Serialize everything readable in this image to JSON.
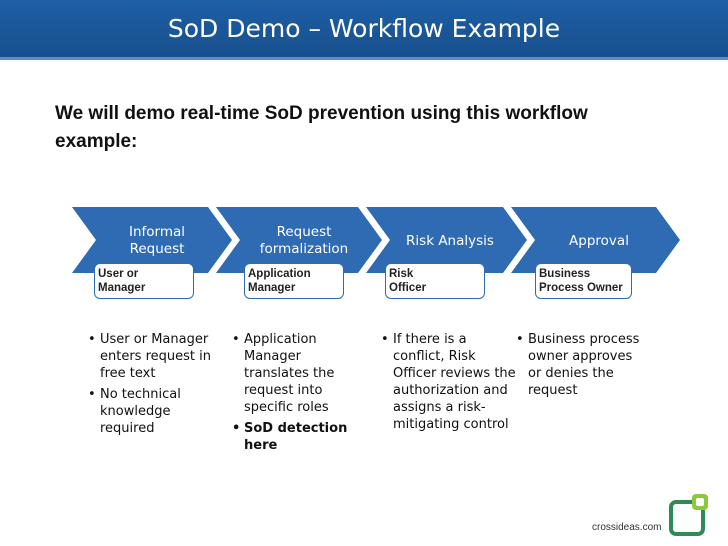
{
  "slide": {
    "title": "SoD Demo – Workflow Example",
    "intro": "We will demo real-time SoD prevention using this workflow example:",
    "footer": "crossideas.com"
  },
  "colors": {
    "title_bar": "#1e5fa6",
    "chevron": "#2f6bb3",
    "role_border": "#2f6bb3"
  },
  "stages": [
    {
      "label_lines": [
        "Informal",
        "Request"
      ],
      "role_lines": [
        "User or",
        "Manager"
      ],
      "bullets": [
        {
          "text": "User or Manager enters request in free text",
          "strong": false
        },
        {
          "text": "No technical knowledge required",
          "strong": false
        }
      ]
    },
    {
      "label_lines": [
        "Request",
        "formalization"
      ],
      "role_lines": [
        "Application",
        "Manager"
      ],
      "bullets": [
        {
          "text": "Application Manager translates the request into specific roles",
          "strong": false
        },
        {
          "text": "SoD detection here",
          "strong": true
        }
      ]
    },
    {
      "label_lines": [
        "Risk Analysis"
      ],
      "role_lines": [
        "Risk",
        "Officer"
      ],
      "bullets": [
        {
          "text": "If there is a conflict, Risk Officer reviews the authorization and assigns a risk-mitigating control",
          "strong": false
        }
      ]
    },
    {
      "label_lines": [
        "Approval"
      ],
      "role_lines": [
        "Business",
        "Process Owner"
      ],
      "bullets": [
        {
          "text": "Business process owner approves or denies the request",
          "strong": false
        }
      ]
    }
  ]
}
